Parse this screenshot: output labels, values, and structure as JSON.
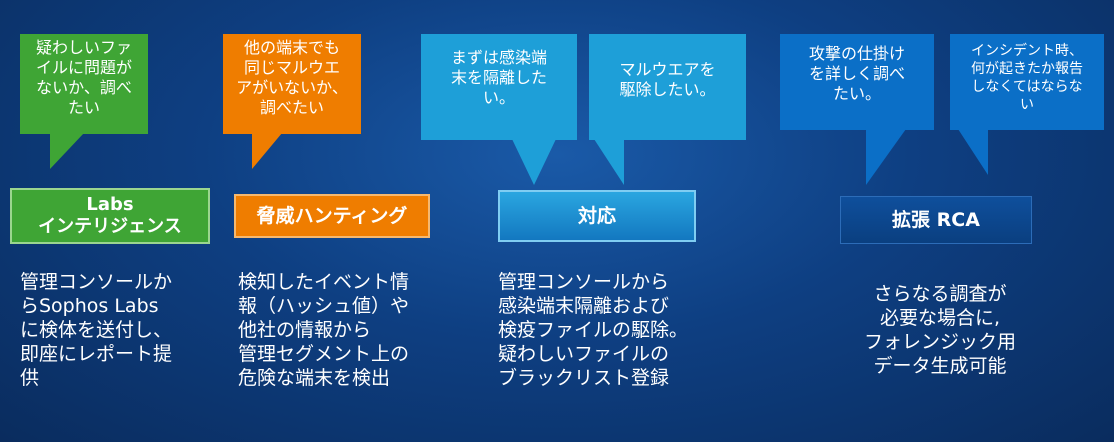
{
  "colors": {
    "green": "#3fa535",
    "orange": "#ef7d00",
    "cyan": "#1e9fd8",
    "blue": "#0b6fc7"
  },
  "columns": [
    {
      "bubbles": [
        "疑わしいファ\nイルに問題が\nないか、調べ\nたい"
      ],
      "label": "Labs\nインテリジェンス",
      "description": "管理コンソールか\nらSophos Labs\nに検体を送付し、\n即座にレポート提\n供"
    },
    {
      "bubbles": [
        "他の端末でも\n同じマルウエ\nアがいないか、\n調べたい"
      ],
      "label": "脅威ハンティング",
      "description": "検知したイベント情\n報（ハッシュ値）や\n他社の情報から\n管理セグメント上の\n危険な端末を検出"
    },
    {
      "bubbles": [
        "まずは感染端\n末を隔離した\nい。",
        "マルウエアを\n駆除したい。"
      ],
      "label": "対応",
      "description": "管理コンソールから\n感染端末隔離および\n検疫ファイルの駆除。\n疑わしいファイルの\nブラックリスト登録"
    },
    {
      "bubbles": [
        "攻撃の仕掛け\nを詳しく調べ\nたい。",
        "インシデント時、\n何が起きたか報告\nしなくてはならな\nい"
      ],
      "label": "拡張 RCA",
      "description": "さらなる調査が\n必要な場合に,\nフォレンジック用\nデータ生成可能"
    }
  ]
}
